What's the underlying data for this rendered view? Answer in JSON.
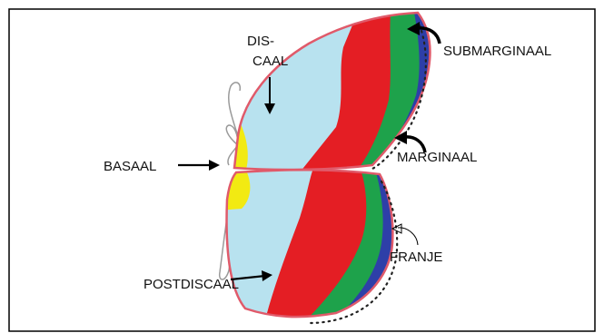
{
  "diagram": {
    "labels": {
      "discaal_line1": "DIS-",
      "discaal_line2": "CAAL",
      "submarginaal": "SUBMARGINAAL",
      "marginaal": "MARGINAAL",
      "basaal": "BASAAL",
      "franje": "FRANJE",
      "postdiscaal": "POSTDISCAAL"
    },
    "zone_colors": {
      "basaal": "#f2ea12",
      "discaal": "#b8e2ef",
      "postdiscaal": "#e41e24",
      "submarginaal": "#1ea24b",
      "marginaal": "#2e3fa8",
      "outline": "#e05a6a",
      "body": "#9a9a9a",
      "franje_dots": "#222222"
    },
    "icons": {
      "basaal_arrow": "straight-arrow-icon",
      "discaal_arrow": "straight-arrow-icon",
      "postdiscaal_arrow": "straight-arrow-icon",
      "submarginaal_arrow": "curved-arrow-icon",
      "marginaal_arrow": "curved-arrow-icon",
      "franje_arrow": "thin-curved-arrow-icon"
    }
  }
}
